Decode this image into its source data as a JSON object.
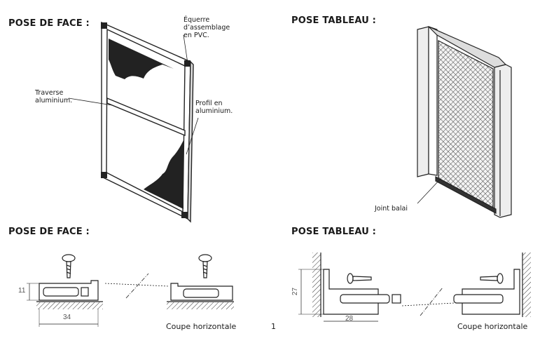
{
  "sections": {
    "top_left_title": "POSE DE FACE :",
    "top_right_title": "POSE TABLEAU :",
    "bottom_left_title": "POSE DE FACE :",
    "bottom_right_title": "POSE TABLEAU :"
  },
  "callouts": {
    "equerre": "Équerre\nd’assemblage\nen PVC.",
    "traverse": "Traverse\naluminium.",
    "profil": "Profil en\naluminium.",
    "joint": "Joint balai"
  },
  "dimensions": {
    "face_height": "11",
    "face_width": "34",
    "tableau_height": "27",
    "tableau_width": "28"
  },
  "captions": {
    "left": "Coupe horizontale",
    "right": "Coupe horizontale"
  },
  "page_number": "1"
}
